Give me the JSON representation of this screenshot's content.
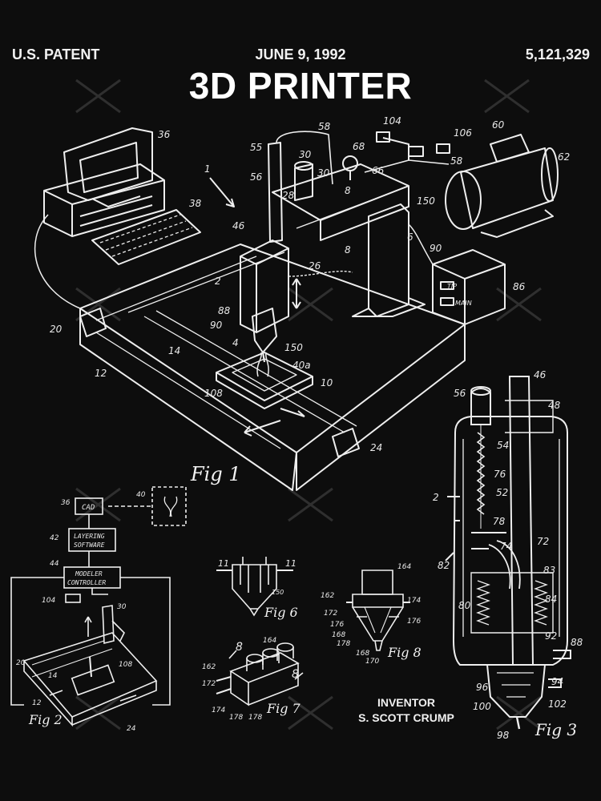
{
  "header": {
    "patent_label": "U.S. PATENT",
    "date": "JUNE 9, 1992",
    "patent_number": "5,121,329"
  },
  "title": "3D PRINTER",
  "inventor": {
    "label": "INVENTOR",
    "name": "S. SCOTT CRUMP"
  },
  "figures": {
    "fig1": "Fig 1",
    "fig2": "Fig 2",
    "fig3": "Fig 3",
    "fig6": "Fig 6",
    "fig7": "Fig 7",
    "fig8": "Fig 8"
  },
  "flowchart": {
    "cad": "CAD",
    "layering_1": "LAYERING",
    "layering_2": "SOFTWARE",
    "modeler_1": "MODELER",
    "modeler_2": "CONTROLLER"
  },
  "refs": {
    "r1": "1",
    "r2": "2",
    "r4": "4",
    "r6": "6",
    "r8": "8",
    "r10": "10",
    "r12": "12",
    "r14": "14",
    "r20": "20",
    "r24": "24",
    "r26": "26",
    "r28": "28",
    "r30": "30",
    "r36": "36",
    "r38": "38",
    "r40": "40",
    "r40a": "40a",
    "r42": "42",
    "r44": "44",
    "r46": "46",
    "r48": "48",
    "r52": "52",
    "r54": "54",
    "r55": "55",
    "r56": "56",
    "r58": "58",
    "r60": "60",
    "r62": "62",
    "r66": "66",
    "r68": "68",
    "r72": "72",
    "r74": "74",
    "r76": "76",
    "r78": "78",
    "r80": "80",
    "r82": "82",
    "r83": "83",
    "r84": "84",
    "r86": "86",
    "r88": "88",
    "r90": "90",
    "r92": "92",
    "r94": "94",
    "r96": "96",
    "r98": "98",
    "r100": "100",
    "r102": "102",
    "r104": "104",
    "r106": "106",
    "r108": "108",
    "r150": "150",
    "r162": "162",
    "r164": "164",
    "r168": "168",
    "r170": "170",
    "r172": "172",
    "r174": "174",
    "r176": "176",
    "r178": "178",
    "r11": "11",
    "tip": "TIP",
    "main": "MAIN"
  }
}
